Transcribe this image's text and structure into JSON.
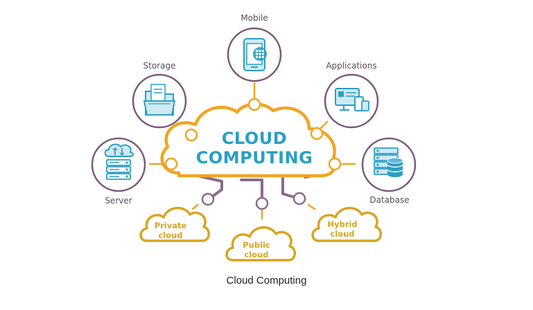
{
  "title": {
    "line1": "CLOUD",
    "line2": "COMPUTING"
  },
  "nodes": {
    "mobile": {
      "label": "Mobile",
      "icon": "mobile-phone-icon"
    },
    "storage": {
      "label": "Storage",
      "icon": "folder-documents-icon"
    },
    "applications": {
      "label": "Applications",
      "icon": "devices-icon"
    },
    "server": {
      "label": "Server",
      "icon": "server-cloud-icon"
    },
    "database": {
      "label": "Database",
      "icon": "database-icon"
    }
  },
  "clouds": {
    "private": {
      "line1": "Private",
      "line2": "cloud"
    },
    "public": {
      "line1": "Public",
      "line2": "cloud"
    },
    "hybrid": {
      "line1": "Hybrid",
      "line2": "cloud"
    }
  },
  "caption": "Cloud Computing",
  "colors": {
    "cloud_outline": "#f0a521",
    "node_circle": "#7a5a7a",
    "icon_blue": "#2a9fc4",
    "icon_blue_light": "#cfe9f3",
    "connector_purple": "#8a6a90",
    "subcloud": "#d9a41e",
    "title": "#2a9fc4"
  }
}
